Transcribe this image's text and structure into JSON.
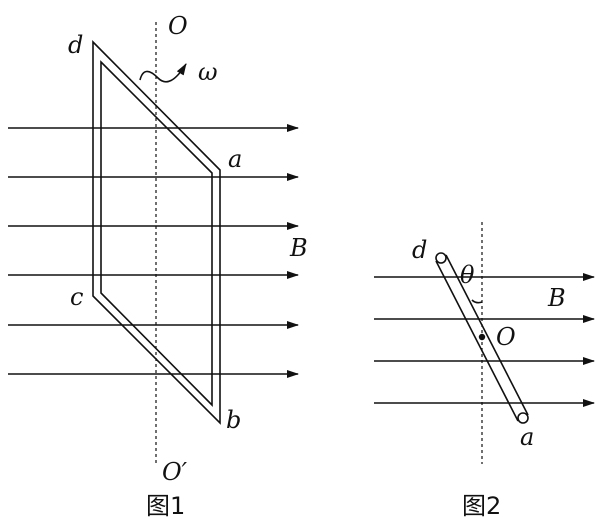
{
  "figure1": {
    "caption": "图1",
    "labels": {
      "top_axis": "O",
      "bottom_axis": "O′",
      "omega": "ω",
      "a": "a",
      "b": "b",
      "c": "c",
      "d": "d",
      "field": "B"
    }
  },
  "figure2": {
    "caption": "图2",
    "labels": {
      "theta": "θ",
      "center": "O",
      "a": "a",
      "d": "d",
      "field": "B"
    }
  }
}
